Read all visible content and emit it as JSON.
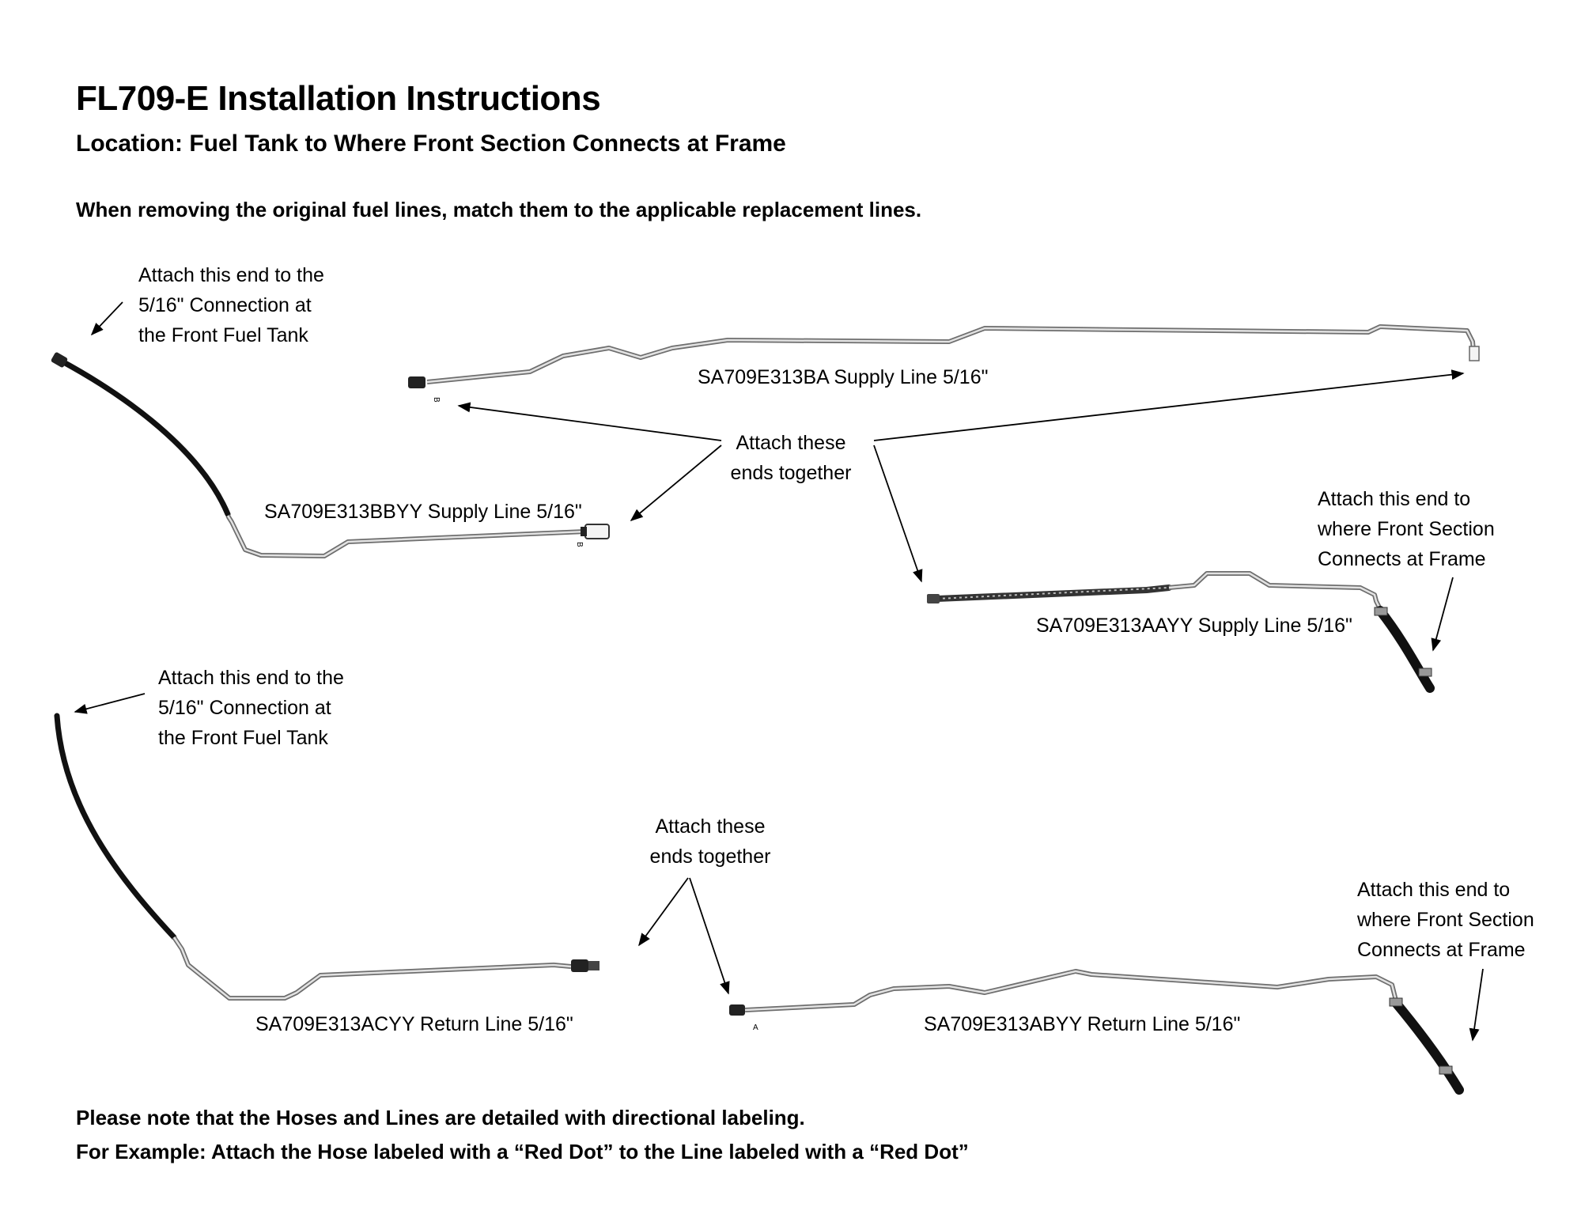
{
  "title": "FL709-E Installation Instructions",
  "subtitle": "Location: Fuel Tank to Where Front Section Connects at Frame",
  "intro": "When removing the original fuel lines, match them to the applicable replacement lines.",
  "callouts": {
    "front_tank_top": [
      "Attach this end to the",
      "5/16\" Connection at",
      "the Front Fuel Tank"
    ],
    "together_top": [
      "Attach these",
      "ends together"
    ],
    "frame_top": [
      "Attach this end to",
      "where Front Section",
      "Connects at Frame"
    ],
    "front_tank_bottom": [
      "Attach this end to the",
      "5/16\" Connection at",
      "the Front Fuel Tank"
    ],
    "together_bottom": [
      "Attach these",
      "ends together"
    ],
    "frame_bottom": [
      "Attach this end to",
      "where Front Section",
      "Connects at Frame"
    ]
  },
  "lines": {
    "ba": "SA709E313BA Supply Line 5/16\"",
    "bbyy": "SA709E313BBYY Supply Line 5/16\"",
    "aayy": "SA709E313AAYY Supply Line 5/16\"",
    "acyy": "SA709E313ACYY Return Line 5/16\"",
    "abyy": "SA709E313ABYY Return Line 5/16\""
  },
  "end_marks": {
    "b1": "B",
    "b2": "B",
    "a1": "A"
  },
  "footer": [
    "Please note that the Hoses and Lines are detailed with directional labeling.",
    "For Example: Attach the Hose labeled with a “Red Dot” to the Line labeled with a “Red Dot”"
  ],
  "colors": {
    "hose": "#111111",
    "tube_outer": "#6e6e6e",
    "tube_inner": "#e2e2e2",
    "arrow": "#000000"
  }
}
